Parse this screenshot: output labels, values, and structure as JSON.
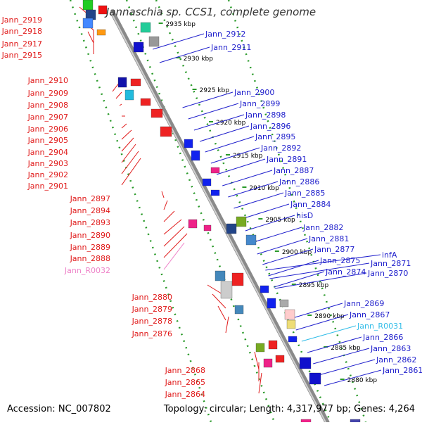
{
  "title": "Jannaschia sp. CCS1, complete genome",
  "accession": "Accession: NC_007802",
  "topology": "Topology: circular; Length: 4,317,977 bp; Genes: 4,264",
  "colors": {
    "left_label": "#e01a1a",
    "right_label": "#2020cc",
    "rna_left": "#ee82c8",
    "rna_right": "#30bce8",
    "dotted": "#2a9a2a"
  },
  "kbp_ticks": [
    "2935 kbp",
    "2930 kbp",
    "2925 kbp",
    "2920 kbp",
    "2915 kbp",
    "2910 kbp",
    "2905 kbp",
    "2900 kbp",
    "2895 kbp",
    "2890 kbp",
    "2885 kbp",
    "2880 kbp"
  ],
  "left_labels": [
    "Jann_2919",
    "Jann_2918",
    "Jann_2917",
    "Jann_2915",
    "Jann_2910",
    "Jann_2909",
    "Jann_2908",
    "Jann_2907",
    "Jann_2906",
    "Jann_2905",
    "Jann_2904",
    "Jann_2903",
    "Jann_2902",
    "Jann_2901",
    "Jann_2897",
    "Jann_2894",
    "Jann_2893",
    "Jann_2890",
    "Jann_2889",
    "Jann_2888",
    "Jann_R0032",
    "Jann_2880",
    "Jann_2879",
    "Jann_2878",
    "Jann_2876",
    "Jann_2868",
    "Jann_2865",
    "Jann_2864"
  ],
  "right_labels": [
    "Jann_2912",
    "Jann_2911",
    "Jann_2900",
    "Jann_2899",
    "Jann_2898",
    "Jann_2896",
    "Jann_2895",
    "Jann_2892",
    "Jann_2891",
    "Jann_2887",
    "Jann_2886",
    "Jann_2885",
    "Jann_2884",
    "hisD",
    "Jann_2882",
    "Jann_2881",
    "Jann_2877",
    "Jann_2875",
    "Jann_2874",
    "infA",
    "Jann_2871",
    "Jann_2870",
    "Jann_2869",
    "Jann_2867",
    "Jann_R0031",
    "Jann_2866",
    "Jann_2863",
    "Jann_2862",
    "Jann_2861"
  ]
}
